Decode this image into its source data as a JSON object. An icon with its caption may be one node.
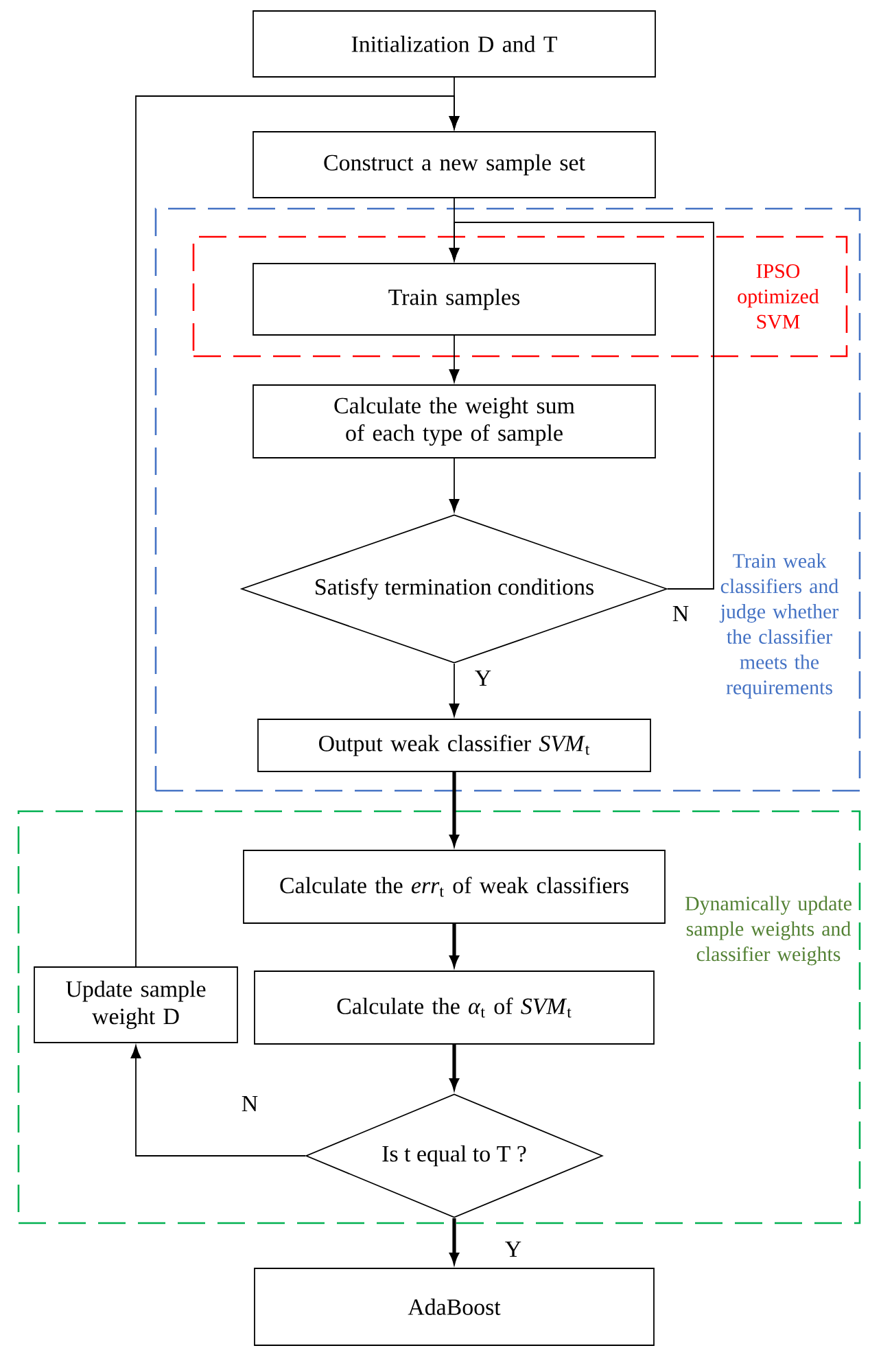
{
  "diagram": {
    "nodes": [
      {
        "text": [
          "Initialization D and T"
        ]
      },
      {
        "text": [
          "Construct a new sample set"
        ]
      },
      {
        "text": [
          "Train weak classifiers and judge whether the classifier meets the requirements"
        ]
      },
      {
        "text": [
          "IPSO optimized SVM"
        ],
        "in": 2
      },
      {
        "text": [
          "Train samples"
        ],
        "in": 3
      },
      {
        "text": [
          "Calculate the weight sum of each type of sample"
        ],
        "in": 2
      },
      {
        "text": [
          "Satisfy termination conditions"
        ],
        "in": 2
      },
      {
        "text": [
          "Output weak classifier *SVM*$_{t}$"
        ],
        "in": 2
      },
      {
        "text": [
          "Dynamically update sample weights and classifier weights"
        ]
      },
      {
        "text": [
          "Calculate the *err*$_{t}$ of weak classifiers"
        ],
        "in": 8
      },
      {
        "text": [
          "Calculate the *α*$_{t}$ of *SVM*$_{t}$"
        ],
        "in": 8
      },
      {
        "text": [
          "Update sample weight D"
        ],
        "in": 8
      },
      {
        "text": [
          "Is t equal to T ?"
        ],
        "in": 8
      },
      {
        "text": [
          "AdaBoost"
        ]
      }
    ],
    "edges": [
      {
        "from": 0,
        "to": 1,
        "arrow": "to"
      },
      {
        "from": 1,
        "to": 4,
        "arrow": "to"
      },
      {
        "from": 4,
        "to": 5,
        "arrow": "to"
      },
      {
        "from": 5,
        "to": 6,
        "arrow": "to"
      },
      {
        "from": 6,
        "to": 4,
        "arrow": "to",
        "label": "N"
      },
      {
        "from": 6,
        "to": 7,
        "arrow": "to",
        "label": "Y"
      },
      {
        "from": 7,
        "to": 9,
        "arrow": "to",
        "style": "thick"
      },
      {
        "from": 9,
        "to": 10,
        "arrow": "to",
        "style": "thick"
      },
      {
        "from": 10,
        "to": 12,
        "arrow": "to",
        "style": "thick"
      },
      {
        "from": 12,
        "to": 11,
        "arrow": "to",
        "label": "N"
      },
      {
        "from": 11,
        "to": 1,
        "arrow": "to"
      },
      {
        "from": 12,
        "to": 13,
        "arrow": "to",
        "style": "thick",
        "label": "Y"
      }
    ]
  }
}
